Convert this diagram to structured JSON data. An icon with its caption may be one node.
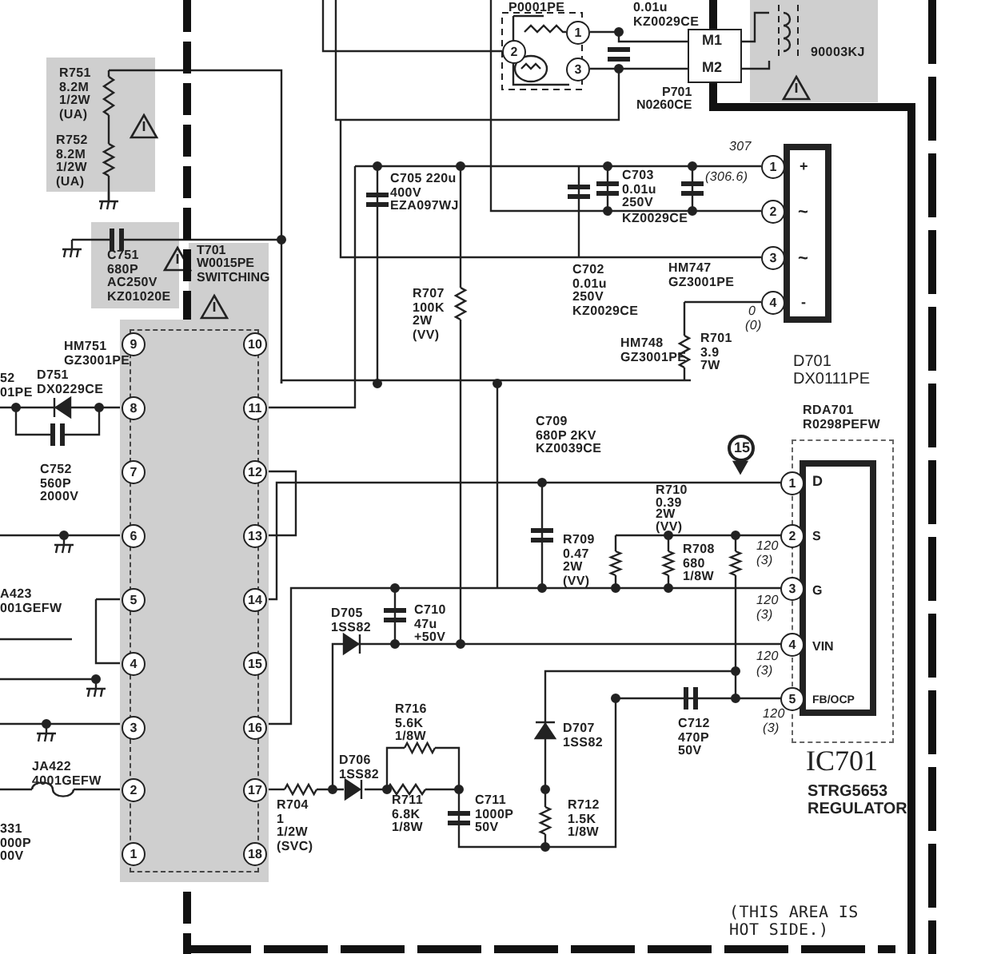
{
  "diagram": {
    "nodes": [
      {
        "text": [
          "T701 W0015PE SWITCHING"
        ]
      },
      {
        "text": [
          "M1",
          "M2"
        ],
        "beside": [
          "P701 N0260CE"
        ]
      },
      {
        "text": [
          "+",
          "~",
          "~",
          "-"
        ],
        "beside": [
          "D701 DX0111PE"
        ]
      },
      {
        "text": [
          "D",
          "S",
          "G",
          "VIN",
          "FB/OCP"
        ],
        "beside": [
          "IC701",
          "STRG5653 REGULATOR"
        ]
      },
      {
        "text": [
          "15"
        ]
      },
      {
        "text": [
          "1"
        ]
      },
      {
        "text": [
          "2"
        ]
      },
      {
        "text": [
          "3"
        ]
      },
      {
        "text": [
          "4"
        ]
      },
      {
        "text": [
          "2"
        ]
      },
      {
        "text": [
          "1"
        ]
      },
      {
        "text": [
          "3"
        ]
      }
    ],
    "labels": [
      "P0001PE",
      "0.01u KZ0029CE",
      "90003KJ",
      "R751 8.2M 1/2W (UA)",
      "R752 8.2M 1/2W (UA)",
      "C751 680P AC250V KZ01020E",
      "C705 220u 400V EZA097WJ",
      "307",
      "(306.6)",
      "C703 0.01u 250V",
      "KZ0029CE",
      "C702 0.01u 250V KZ0029CE",
      "HM747 GZ3001PE",
      "0",
      "(0)",
      "R707 100K 2W (VV)",
      "R701 3.9 7W",
      "HM748 GZ3001PE",
      "52 01PE",
      "HM751 GZ3001PE",
      "D751 DX0229CE",
      "C752 560P 2000V",
      "C709 680P 2KV KZ0039CE",
      "RDA701 R0298PEFW",
      "R710 0.39 2W (VV)",
      "R709 0.47 2W (VV)",
      "R708 680 1/8W",
      "120 (3)",
      "120 (3)",
      "120 (3)",
      "120 (3)",
      "A423 001GEFW",
      "D705 1SS82",
      "C710 47u +50V",
      "R716 5.6K 1/8W",
      "D706 1SS82",
      "R711 6.8K 1/8W",
      "C711 1000P 50V",
      "D707 1SS82",
      "R712 1.5K 1/8W",
      "C712 470P 50V",
      "JA422 4001GEFW",
      "R704 1 1/2W (SVC)",
      "331 000P 00V",
      "(THIS AREA IS HOT SIDE.)",
      "9",
      "10",
      "8",
      "11",
      "7",
      "12",
      "6",
      "13",
      "5",
      "14",
      "4",
      "15",
      "3",
      "16",
      "2",
      "17",
      "1",
      "18",
      "1",
      "2",
      "3",
      "4",
      "5"
    ]
  }
}
